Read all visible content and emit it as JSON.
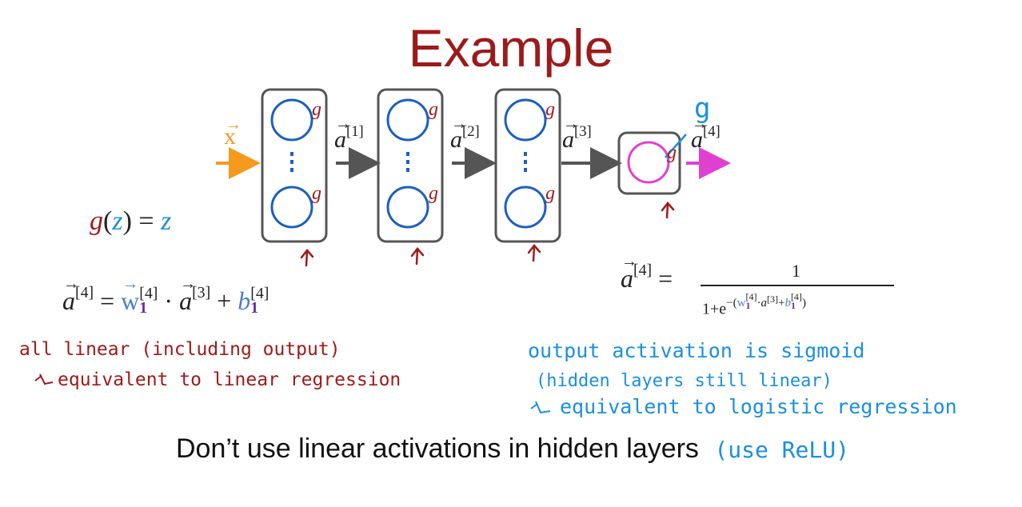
{
  "title": "Example",
  "colors": {
    "title": "#9b1b1b",
    "neuron": "#1b5fc1",
    "output_neuron": "#e040d0",
    "handwriting_red": "#a01a1a",
    "handwriting_blue": "#1a8fe0",
    "input_arrow": "#f59a1c",
    "output_arrow": "#e040d0"
  },
  "network": {
    "input_label": "x",
    "activations": [
      "[1]",
      "[2]",
      "[3]",
      "[4]"
    ],
    "activation_symbol": "a",
    "neuron_g": "g",
    "output_g_annotation": "g"
  },
  "equations": {
    "gz": {
      "g": "g",
      "z_in": "z",
      "z_out": "z"
    },
    "linear": {
      "lhs_sup": "[4]",
      "w_sup": "[4]",
      "w_sub": "1",
      "a_sup": "[3]",
      "b_sup": "[4]",
      "b_sub": "1"
    },
    "sigmoid": {
      "lhs_sup": "[4]",
      "numerator": "1",
      "denom_prefix": "1+e",
      "w_sup": "[4]",
      "w_sub": "1",
      "a_sup": "[3]",
      "b_sup": "[4]",
      "b_sub": "1"
    }
  },
  "notes": {
    "left_line1": "all linear (including output)",
    "left_line2": "equivalent to linear regression",
    "right_line1": "output activation is sigmoid",
    "right_line2": "(hidden layers still linear)",
    "right_line3": "equivalent to logistic regression"
  },
  "bottom": {
    "main": "Don’t use linear activations in hidden layers",
    "aside": "(use ReLU)"
  }
}
